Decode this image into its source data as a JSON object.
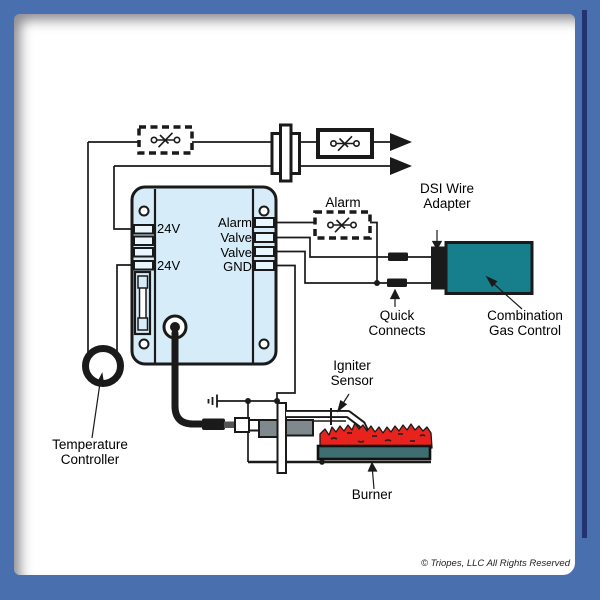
{
  "colors": {
    "frame_blue": "#4a6fae",
    "frame_shadow": "#22336e",
    "module_fill": "#d6edf9",
    "line_black": "#1a1a1a",
    "gas_control_teal": "#177e8b",
    "flame_red": "#e8231d",
    "burner_teal": "#3e6e71",
    "metal_gray": "#7f898d"
  },
  "module": {
    "left_terminals": [
      "24V",
      "24V"
    ],
    "right_terminals": [
      "Alarm",
      "Valve",
      "Valve",
      "GND"
    ]
  },
  "annotations": {
    "alarm": "Alarm",
    "dsi_line1": "DSI Wire",
    "dsi_line2": "Adapter",
    "quick_line1": "Quick",
    "quick_line2": "Connects",
    "combo_line1": "Combination",
    "combo_line2": "Gas Control",
    "igniter_line1": "Igniter",
    "igniter_line2": "Sensor",
    "burner": "Burner",
    "temp_line1": "Temperature",
    "temp_line2": "Controller"
  },
  "footer": {
    "copyright": "© Triopes, LLC All Rights Reserved"
  }
}
